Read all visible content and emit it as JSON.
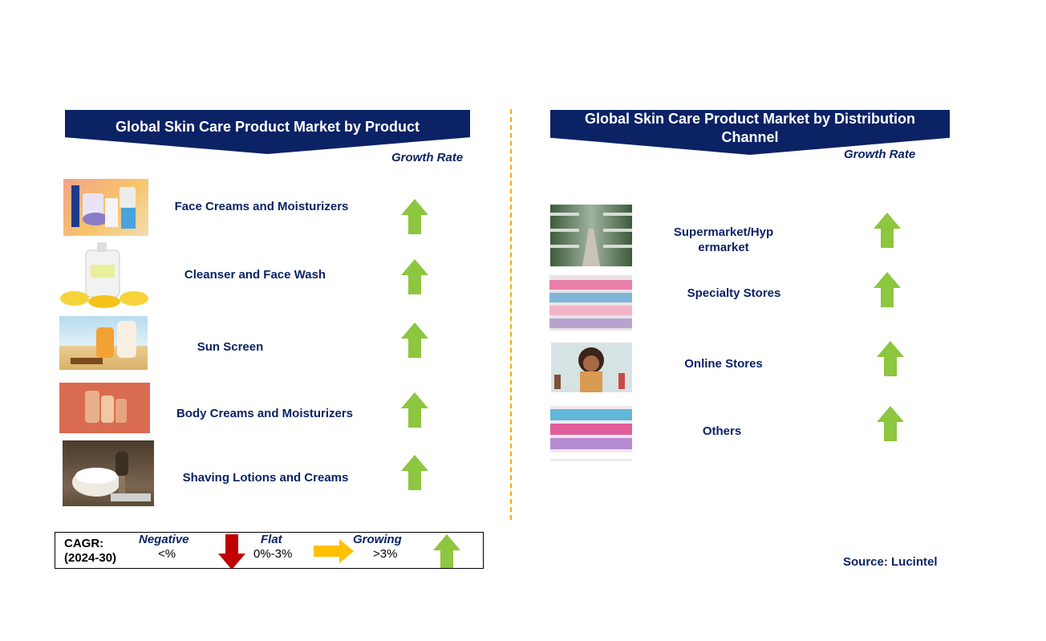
{
  "left_panel": {
    "title": "Global Skin Care Product Market by Product",
    "growth_header": "Growth Rate",
    "items": [
      {
        "label": "Face Creams and Moisturizers",
        "trend": "growing"
      },
      {
        "label": "Cleanser and Face Wash",
        "trend": "growing"
      },
      {
        "label": "Sun Screen",
        "trend": "growing"
      },
      {
        "label": "Body Creams and Moisturizers",
        "trend": "growing"
      },
      {
        "label": "Shaving Lotions and Creams",
        "trend": "growing"
      }
    ]
  },
  "right_panel": {
    "title_line1": "Global Skin Care Product  Market by Distribution",
    "title_line2": "Channel",
    "growth_header": "Growth Rate",
    "items": [
      {
        "label_line1": "Supermarket/Hyp",
        "label_line2": "ermarket",
        "trend": "growing"
      },
      {
        "label_line1": "Specialty Stores",
        "label_line2": "",
        "trend": "growing"
      },
      {
        "label_line1": "Online Stores",
        "label_line2": "",
        "trend": "growing"
      },
      {
        "label_line1": "Others",
        "label_line2": "",
        "trend": "growing"
      }
    ]
  },
  "legend": {
    "cagr_label": "CAGR:",
    "period": "(2024-30)",
    "negative_label": "Negative",
    "negative_range": "<%",
    "flat_label": "Flat",
    "flat_range": "0%-3%",
    "growing_label": "Growing",
    "growing_range": ">3%"
  },
  "source": "Source: Lucintel",
  "colors": {
    "banner": "#0b2265",
    "text": "#0b2265",
    "up_arrow": "#8dc63f",
    "down_arrow": "#c00000",
    "flat_arrow": "#ffc000",
    "divider": "#ffa800"
  }
}
